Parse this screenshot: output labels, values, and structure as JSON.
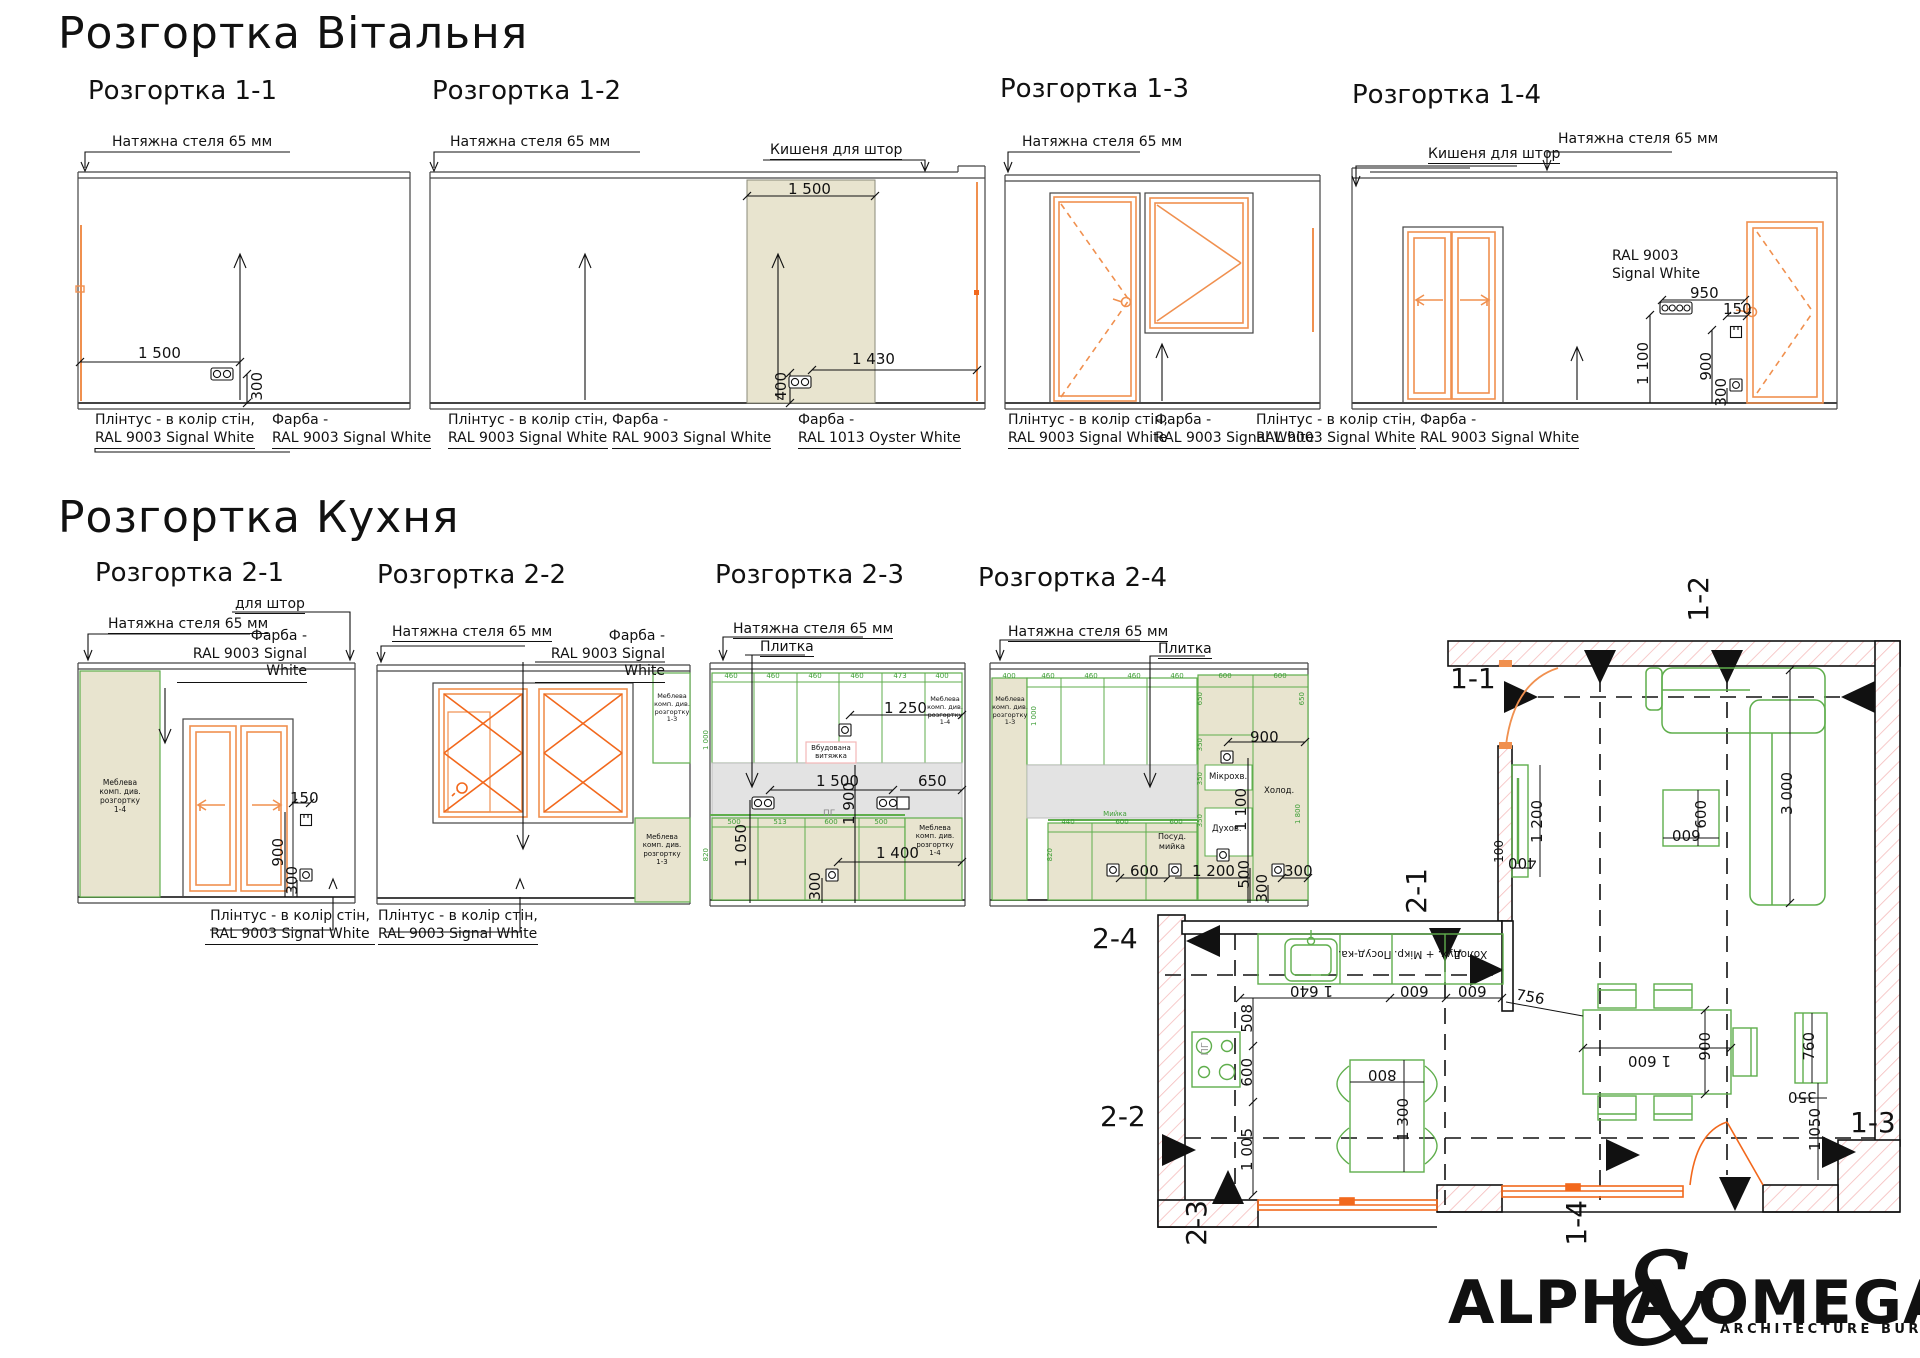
{
  "page": {
    "title_living": "Розгортка Вітальня",
    "title_kitchen": "Розгортка Кухня"
  },
  "colors": {
    "accent_orange": "#F0904F",
    "accent_orange_dark": "#F2681C",
    "furniture_green": "#5FAE4C",
    "dim_green": "#3F9E37",
    "beige_fill": "#E8E4CF",
    "grey_fill": "#E3E3E3",
    "hatch_pink": "#F5BCBC",
    "line_black": "#111111"
  },
  "common": {
    "ceiling": "Натяжна стеля 65 мм",
    "curtain_pocket": "Кишеня для штор",
    "curtain_pocket_partial": "для штор",
    "plinth": "Плінтус - в колір стін,\nRAL 9003 Signal White",
    "paint_white": "Фарба -\nRAL 9003 Signal White",
    "paint_oyster": "Фарба -\nRAL 1013 Oyster White",
    "ral_9003_2line": "RAL 9003\nSignal White",
    "tile": "Плитка",
    "hood": "Вбудована\nвитяжка",
    "furn_see_14": "Меблева\nкомп. див.\nрозгортку\n1-4",
    "furn_see_13": "Меблева\nкомп. див.\nрозгортку\n1-3"
  },
  "e11": {
    "title": "Розгортка 1-1",
    "d1500": "1 500",
    "d300": "300"
  },
  "e12": {
    "title": "Розгортка 1-2",
    "d1500": "1 500",
    "d1430": "1 430",
    "d400": "400"
  },
  "e13": {
    "title": "Розгортка 1-3"
  },
  "e14": {
    "title": "Розгортка 1-4",
    "d950": "950",
    "d150": "150",
    "d1100": "1 100",
    "d900": "900",
    "d300": "300"
  },
  "e21": {
    "title": "Розгортка 2-1",
    "d150": "150",
    "d900": "900",
    "d300": "300"
  },
  "e22": {
    "title": "Розгортка 2-2"
  },
  "e23": {
    "title": "Розгортка 2-3",
    "d1250": "1 250",
    "d1500": "1 500",
    "d650": "650",
    "d1900": "1 900",
    "d1050": "1 050",
    "d1400": "1 400",
    "d300": "300",
    "pg": "ПГ",
    "top_dims": [
      "460",
      "460",
      "460",
      "460",
      "473",
      "400"
    ],
    "bottom_dims": [
      "500",
      "513",
      "600",
      "500"
    ],
    "v1000": "1 000",
    "v820": "820"
  },
  "e24": {
    "title": "Розгортка 2-4",
    "d900": "900",
    "d1100": "1 100",
    "d600": "600",
    "d1200": "1 200",
    "d500": "500",
    "d300a": "300",
    "d300b": "300",
    "top_dims": [
      "400",
      "460",
      "460",
      "460",
      "460"
    ],
    "right_dims": [
      "600",
      "600"
    ],
    "left_col_dims": [
      "650",
      "350",
      "350",
      "350"
    ],
    "v1000": "1 000",
    "v650": "650",
    "v1800": "1 800",
    "v820": "820",
    "bottom_dims": [
      "440",
      "600",
      "600"
    ],
    "microwave": "Мікрохв.",
    "oven": "Духов.",
    "fridge": "Холод.",
    "dishwasher": "Посуд.\nмийка",
    "sink": "Мийка"
  },
  "plan": {
    "m11": "1-1",
    "m12": "1-2",
    "m13": "1-3",
    "m14": "1-4",
    "m21": "2-1",
    "m22": "2-2",
    "m23": "2-3",
    "m24": "2-4",
    "dishwasher": "Посуд-ка.",
    "oven_micro": "Дух. + Мікр.",
    "fridge": "Холод.",
    "d1640": "1 640",
    "d600a": "600",
    "d600b": "600",
    "d508": "508",
    "d600c": "600",
    "d1005": "1 005",
    "t800": "800",
    "t1300": "1 300",
    "d756": "756",
    "dt1600": "1 600",
    "dt900": "900",
    "r760": "760",
    "r350": "350",
    "r1050": "1 050",
    "sofa3000": "3 000",
    "ct600a": "600",
    "ct600b": "600",
    "tv1200": "1 200",
    "tv400": "400",
    "tv100": "100"
  },
  "logo": {
    "alpha": "ALPHA",
    "amp": "&",
    "omega": "OMEGA",
    "tagline": "ARCHITECTURE BUREAU"
  }
}
